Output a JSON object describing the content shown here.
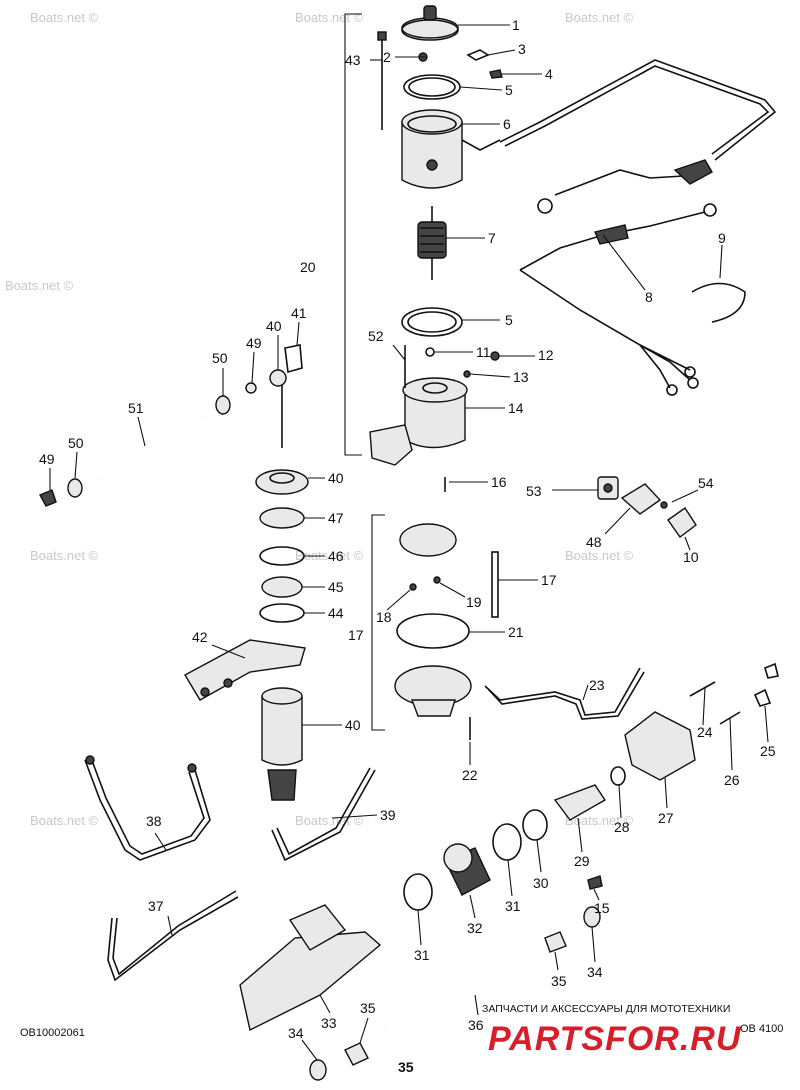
{
  "watermarks": [
    "Boats.net ©",
    "Boats.net ©",
    "Boats.net ©",
    "Boats.net ©",
    "Boats.net ©",
    "Boats.net ©",
    "Boats.net ©",
    "Boats.net ©",
    "Boats.net ©",
    "Boats.net ©"
  ],
  "callouts": [
    "1",
    "2",
    "3",
    "4",
    "5",
    "6",
    "7",
    "43",
    "20",
    "5",
    "8",
    "9",
    "52",
    "11",
    "12",
    "13",
    "14",
    "41",
    "40",
    "49",
    "50",
    "51",
    "49",
    "50",
    "40",
    "16",
    "53",
    "54",
    "48",
    "10",
    "47",
    "46",
    "45",
    "44",
    "17",
    "18",
    "19",
    "17",
    "21",
    "42",
    "40",
    "23",
    "22",
    "24",
    "25",
    "26",
    "27",
    "28",
    "29",
    "38",
    "39",
    "30",
    "31",
    "15",
    "37",
    "32",
    "31",
    "35",
    "34",
    "33",
    "35",
    "34",
    "36"
  ],
  "footer": {
    "left_code": "OB10002061",
    "page_number": "35",
    "right_code": "OB 4100",
    "store_tagline": "ЗАПЧАСТИ И АКСЕССУАРЫ ДЛЯ МОТОТЕХНИКИ",
    "store_brand": "PARTSFOR.RU"
  }
}
